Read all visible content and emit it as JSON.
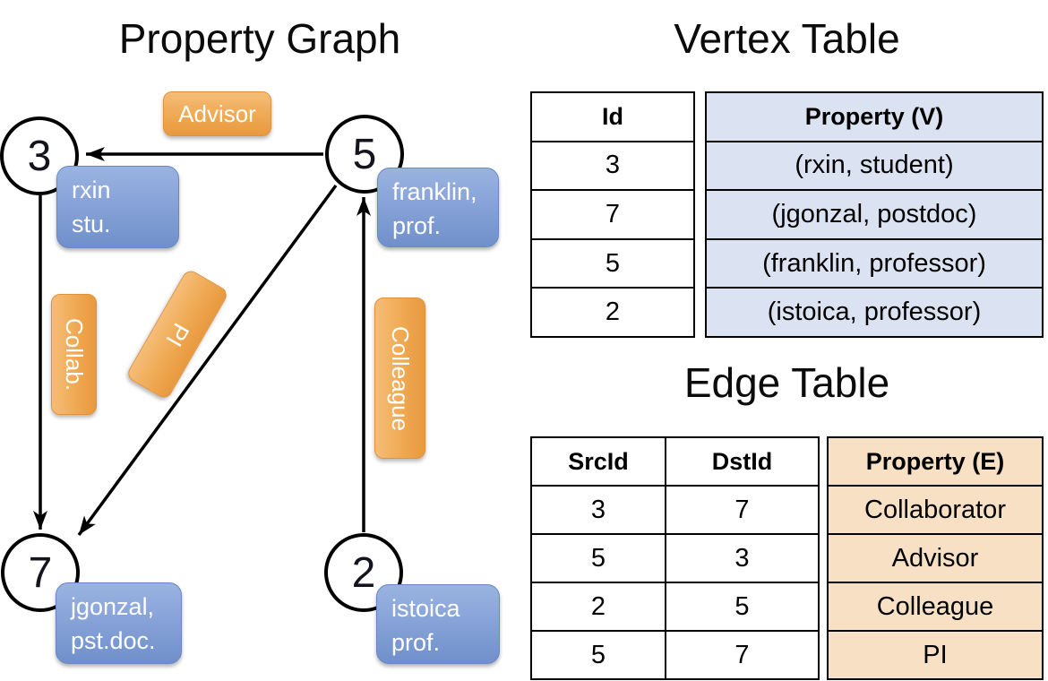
{
  "graph": {
    "title": "Property Graph",
    "nodes": [
      {
        "id": "3",
        "prop_line1": "rxin",
        "prop_line2": "stu."
      },
      {
        "id": "5",
        "prop_line1": "franklin,",
        "prop_line2": "prof."
      },
      {
        "id": "7",
        "prop_line1": "jgonzal,",
        "prop_line2": "pst.doc."
      },
      {
        "id": "2",
        "prop_line1": "istoica",
        "prop_line2": "prof."
      }
    ],
    "edge_labels": {
      "advisor": "Advisor",
      "collab": "Collab.",
      "pi": "PI",
      "colleague": "Colleague"
    }
  },
  "vertex_table": {
    "title": "Vertex Table",
    "headers": {
      "id": "Id",
      "property": "Property (V)"
    },
    "rows": [
      {
        "id": "3",
        "property": "(rxin, student)"
      },
      {
        "id": "7",
        "property": "(jgonzal, postdoc)"
      },
      {
        "id": "5",
        "property": "(franklin, professor)"
      },
      {
        "id": "2",
        "property": "(istoica, professor)"
      }
    ]
  },
  "edge_table": {
    "title": "Edge Table",
    "headers": {
      "src": "SrcId",
      "dst": "DstId",
      "property": "Property (E)"
    },
    "rows": [
      {
        "src": "3",
        "dst": "7",
        "property": "Collaborator"
      },
      {
        "src": "5",
        "dst": "3",
        "property": "Advisor"
      },
      {
        "src": "2",
        "dst": "5",
        "property": "Colleague"
      },
      {
        "src": "5",
        "dst": "7",
        "property": "PI"
      }
    ]
  },
  "colors": {
    "edge_label_orange": "#efa952",
    "vertex_box_blue": "#87a3d8",
    "vertex_table_fill": "#dbe3f2",
    "edge_table_fill": "#f8e0c4",
    "line_black": "#000000"
  }
}
